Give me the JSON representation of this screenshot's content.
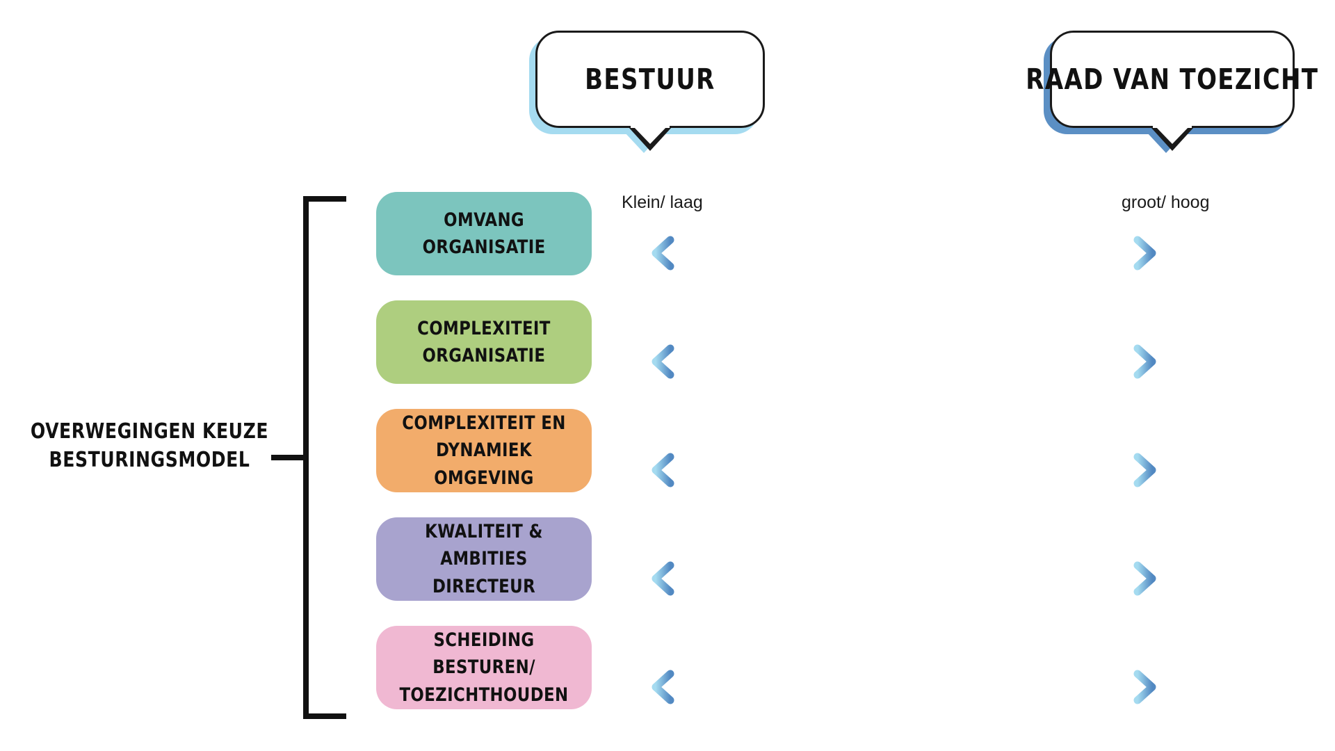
{
  "title": {
    "line1": "OVERWEGINGEN KEUZE",
    "line2": "BESTURINGSMODEL"
  },
  "bubbles": [
    {
      "id": "bestuur",
      "label": "BESTUUR",
      "shadow_color": "#A5DBF0"
    },
    {
      "id": "raad-van-toezicht",
      "label": "RAAD VAN TOEZICHT",
      "shadow_color": "#5B8FC4"
    }
  ],
  "scale": {
    "left_label": "Klein/ laag",
    "right_label": "groot/ hoog",
    "arrow_start_color": "#A5DBF0",
    "arrow_end_color": "#5289C2"
  },
  "factors": [
    {
      "id": "omvang-organisatie",
      "line1": "OMVANG",
      "line2": "ORGANISATIE",
      "color": "#7CC5BE"
    },
    {
      "id": "complexiteit-organisatie",
      "line1": "COMPLEXITEIT",
      "line2": "ORGANISATIE",
      "color": "#AECE7F"
    },
    {
      "id": "complexiteit-en-dynamiek-omgeving",
      "line1": "COMPLEXITEIT EN",
      "line2": "DYNAMIEK OMGEVING",
      "color": "#F2AC6B"
    },
    {
      "id": "kwaliteit-ambities-directeur",
      "line1": "KWALITEIT & AMBITIES",
      "line2": "DIRECTEUR",
      "color": "#A8A3CE"
    },
    {
      "id": "scheiding-besturen-toezichthouden",
      "line1": "SCHEIDING BESTUREN/",
      "line2": "TOEZICHTHOUDEN",
      "color": "#F0B8D2"
    }
  ]
}
